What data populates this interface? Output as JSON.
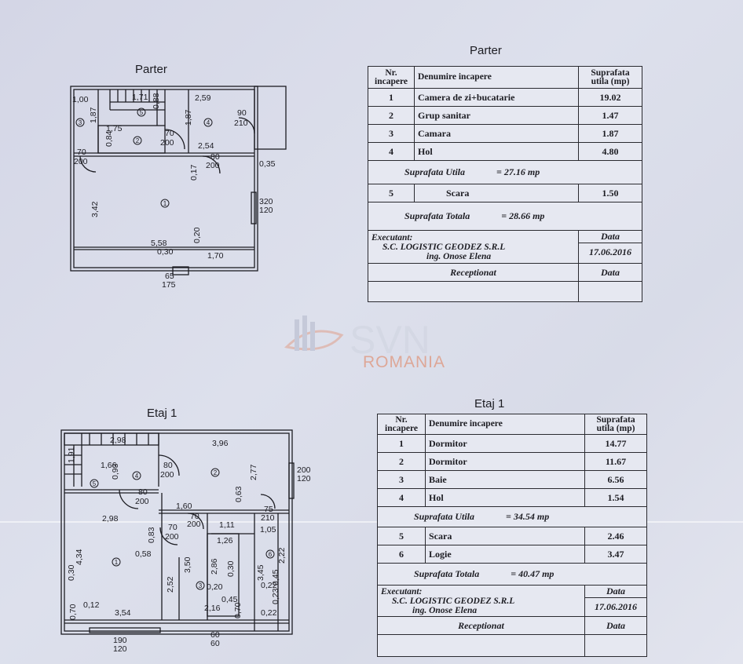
{
  "parter": {
    "plan_title": "Parter",
    "table_title": "Parter",
    "headers": {
      "nr": "Nr.",
      "nr2": "incapere",
      "denumire": "Denumire incapere",
      "suprafata": "Suprafata",
      "suprafata2": "utila (mp)"
    },
    "rooms": [
      {
        "nr": "1",
        "name": "Camera de zi+bucatarie",
        "area": "19.02"
      },
      {
        "nr": "2",
        "name": "Grup sanitar",
        "area": "1.47"
      },
      {
        "nr": "3",
        "name": "Camara",
        "area": "1.87"
      },
      {
        "nr": "4",
        "name": "Hol",
        "area": "4.80"
      }
    ],
    "util_label": "Suprafata Utila",
    "util_value": "= 27.16 mp",
    "extra": [
      {
        "nr": "5",
        "name": "Scara",
        "area": "1.50"
      }
    ],
    "total_label": "Suprafata Totala",
    "total_value": "= 28.66 mp",
    "executant_label": "Executant:",
    "company": "S.C. LOGISTIC GEODEZ S.R.L",
    "engineer": "ing. Onose Elena",
    "data_label": "Data",
    "date": "17.06.2016",
    "receptionat": "Receptionat",
    "data_label2": "Data",
    "dims": {
      "d1": "1,00",
      "d2": "1,71",
      "d3": "2,59",
      "d4": "0,88",
      "d5": "1,87",
      "d6": "1,87",
      "d7": "0,84",
      "d8": "1,75",
      "d9": "2,54",
      "d10": "0,17",
      "d11": "0,35",
      "d12": "3,42",
      "d13": "5,58",
      "d14": "0,20",
      "d15": "0,30",
      "d16": "1,70",
      "door1a": "90",
      "door1b": "210",
      "door2a": "70",
      "door2b": "200",
      "door3a": "70",
      "door3b": "200",
      "door4a": "80",
      "door4b": "200",
      "win1a": "320",
      "win1b": "120",
      "win2a": "65",
      "win2b": "175",
      "r1": "1",
      "r2": "2",
      "r3": "3",
      "r4": "4",
      "r5": "5"
    }
  },
  "etaj": {
    "plan_title": "Etaj 1",
    "table_title": "Etaj 1",
    "headers": {
      "nr": "Nr.",
      "nr2": "incapere",
      "denumire": "Denumire incapere",
      "suprafata": "Suprafata",
      "suprafata2": "utila (mp)"
    },
    "rooms": [
      {
        "nr": "1",
        "name": "Dormitor",
        "area": "14.77"
      },
      {
        "nr": "2",
        "name": "Dormitor",
        "area": "11.67"
      },
      {
        "nr": "3",
        "name": "Baie",
        "area": "6.56"
      },
      {
        "nr": "4",
        "name": "Hol",
        "area": "1.54"
      }
    ],
    "util_label": "Suprafata Utila",
    "util_value": "= 34.54 mp",
    "extra": [
      {
        "nr": "5",
        "name": "Scara",
        "area": "2.46"
      },
      {
        "nr": "6",
        "name": "Logie",
        "area": "3.47"
      }
    ],
    "total_label": "Suprafata Totala",
    "total_value": "= 40.47 mp",
    "executant_label": "Executant:",
    "company": "S.C. LOGISTIC GEODEZ S.R.L",
    "engineer": "ing. Onose Elena",
    "data_label": "Data",
    "date": "17.06.2016",
    "receptionat": "Receptionat",
    "data_label2": "Data",
    "dims": {
      "d1": "2,98",
      "d2": "3,96",
      "d3": "1,91",
      "d4": "1,66",
      "d5": "0,93",
      "d6": "2,77",
      "d7": "1,60",
      "d8": "0,63",
      "d9": "2,98",
      "d10": "1,11",
      "d11": "0,83",
      "d12": "1,26",
      "d13": "1,05",
      "d14": "0,58",
      "d15": "4,34",
      "d16": "0,30",
      "d17": "2,52",
      "d18": "3,50",
      "d19": "2,86",
      "d20": "0,30",
      "d21": "3,45",
      "d22": "2,22",
      "d23": "0,20",
      "d24": "0,22",
      "d25": "0,45",
      "d26": "2,16",
      "d27": "0,12",
      "d28": "3,54",
      "d29": "0,70",
      "d30": "0,70",
      "d31": "0,23",
      "d32": "0,45",
      "d33": "0,22",
      "door1a": "80",
      "door1b": "200",
      "door2a": "80",
      "door2b": "200",
      "door3a": "70",
      "door3b": "200",
      "door4a": "70",
      "door4b": "200",
      "door5a": "75",
      "door5b": "210",
      "win1a": "200",
      "win1b": "120",
      "win2a": "190",
      "win2b": "120",
      "win3a": "60",
      "win3b": "60",
      "r1": "1",
      "r2": "2",
      "r3": "3",
      "r4": "4",
      "r5": "5",
      "r6": "6"
    }
  },
  "watermark": {
    "brand": "SVN",
    "country": "ROMANIA"
  }
}
